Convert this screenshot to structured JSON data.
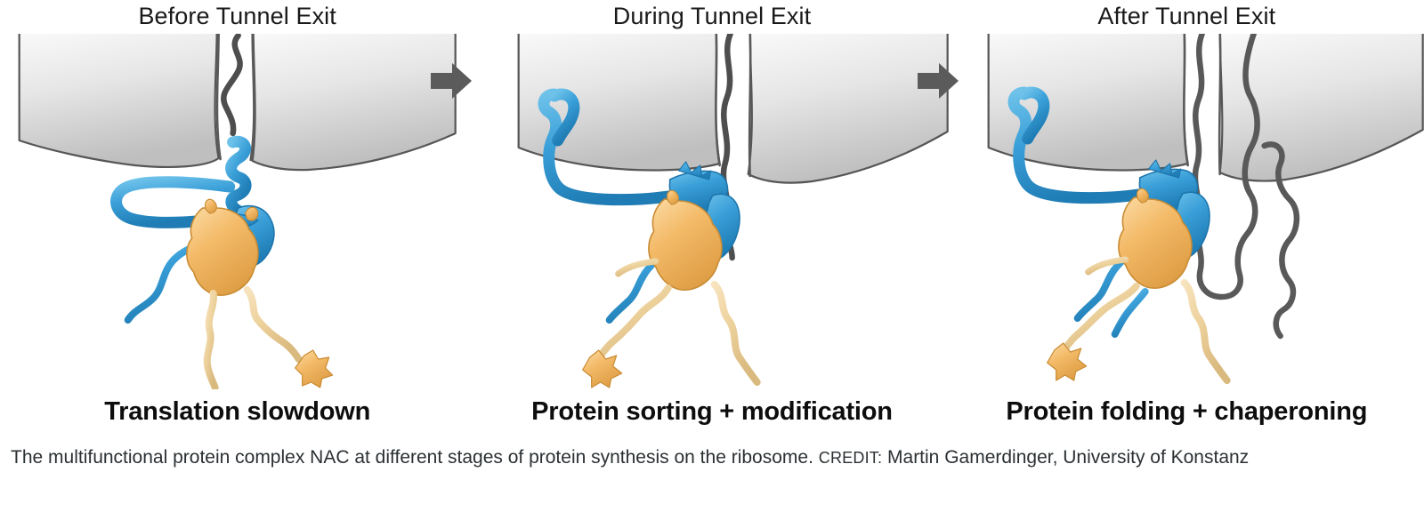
{
  "figure": {
    "panels": [
      {
        "title": "Before Tunnel Exit",
        "caption": "Translation slowdown",
        "stage": "before"
      },
      {
        "title": "During Tunnel Exit",
        "caption": "Protein sorting + modification",
        "stage": "during"
      },
      {
        "title": "After Tunnel Exit",
        "caption": "Protein folding + chaperoning",
        "stage": "after"
      }
    ],
    "arrows": [
      {
        "name": "arrow-panel1-to-panel2",
        "glyph": "right-arrow-icon"
      },
      {
        "name": "arrow-panel2-to-panel3",
        "glyph": "right-arrow-icon"
      }
    ],
    "colors": {
      "nac_blue": "#3a9fd8",
      "nascent_chain_orange": "#f2b963",
      "nascent_chain_pale": "#efd6a3",
      "ribosome_gray_light": "#f2f2f2",
      "ribosome_gray_dark": "#c9c9c9",
      "outline_dark": "#4a4a4a",
      "arrow_gray": "#5a5a5a",
      "title_text": "#1a1a1a",
      "caption_text": "#0d0d0d",
      "credit_text": "#2b3033"
    },
    "legend_elements": {
      "ribosome": "ribosome-large-subunit",
      "exit_tunnel": "polypeptide-exit-tunnel",
      "nac_complex": "nac-protein-complex",
      "nascent_chain": "nascent-polypeptide-chain",
      "emerging_chain": "emerging-substrate-chain"
    }
  },
  "credit": {
    "description": "The multifunctional protein complex NAC at different stages of protein synthesis on the ribosome.",
    "credit_label": "CREDIT:",
    "credit_source": "Martin Gamerdinger, University of Konstanz"
  }
}
